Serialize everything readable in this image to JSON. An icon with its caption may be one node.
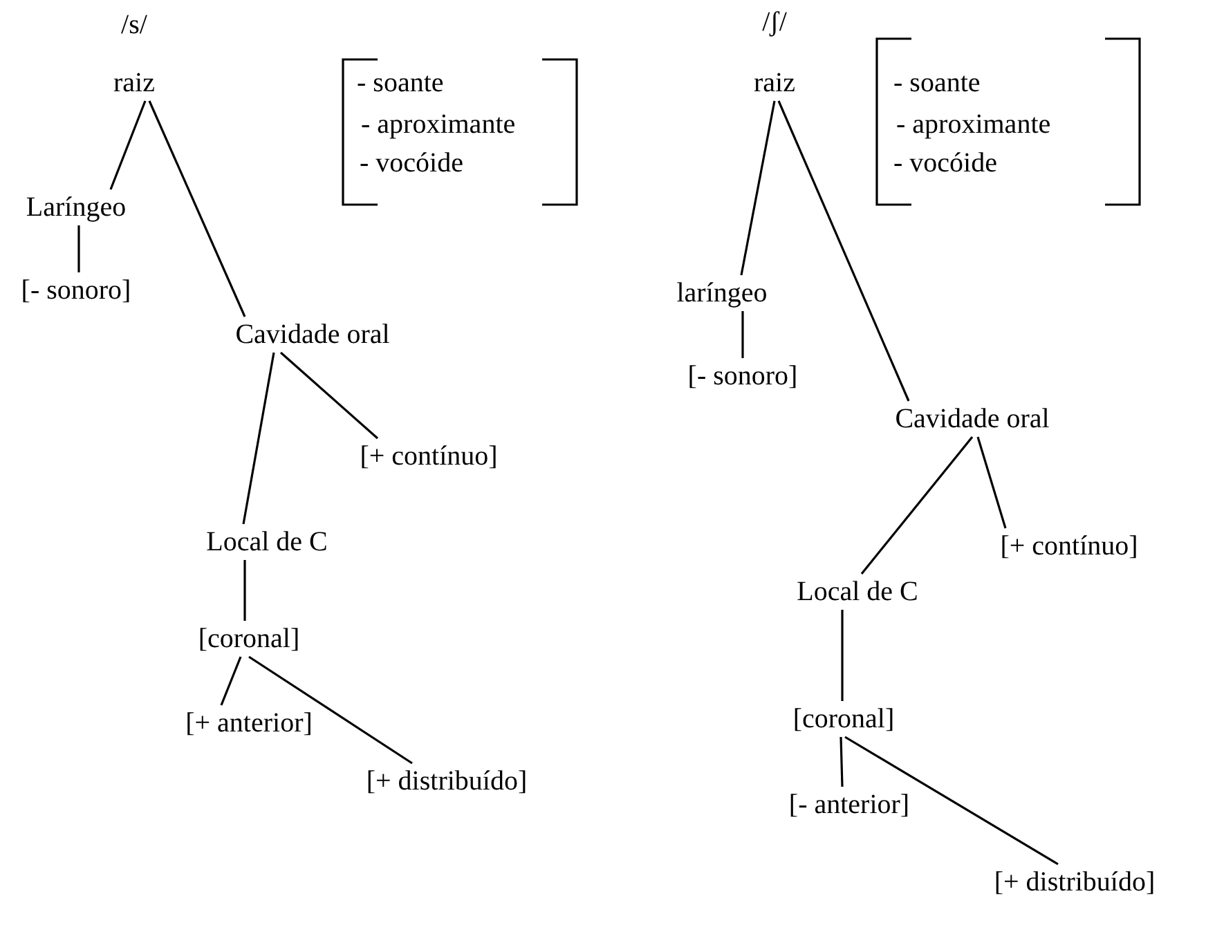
{
  "diagram": {
    "nodes": [
      {
        "text": [
          "raiz"
        ]
      },
      {
        "text": [
          "Laríngeo"
        ]
      },
      {
        "text": [
          "[- sonoro]"
        ]
      },
      {
        "text": [
          "Cavidade oral"
        ]
      },
      {
        "text": [
          "[+ contínuo]"
        ]
      },
      {
        "text": [
          "Local de C"
        ]
      },
      {
        "text": [
          "[coronal]"
        ]
      },
      {
        "text": [
          "[+ anterior]"
        ]
      },
      {
        "text": [
          "[+ distribuído]"
        ]
      },
      {
        "text": [
          "raiz"
        ]
      },
      {
        "text": [
          "laríngeo"
        ]
      },
      {
        "text": [
          "[- sonoro]"
        ]
      },
      {
        "text": [
          "Cavidade oral"
        ]
      },
      {
        "text": [
          "[+ contínuo]"
        ]
      },
      {
        "text": [
          "Local de C"
        ]
      },
      {
        "text": [
          "[coronal]"
        ]
      },
      {
        "text": [
          "[- anterior]"
        ]
      },
      {
        "text": [
          "[+ distribuído]"
        ]
      }
    ],
    "edges": [
      {
        "from": 0,
        "to": 1,
        "arrow": "none"
      },
      {
        "from": 0,
        "to": 3,
        "arrow": "none"
      },
      {
        "from": 1,
        "to": 2,
        "arrow": "none"
      },
      {
        "from": 3,
        "to": 5,
        "arrow": "none"
      },
      {
        "from": 3,
        "to": 4,
        "arrow": "none"
      },
      {
        "from": 5,
        "to": 6,
        "arrow": "none"
      },
      {
        "from": 6,
        "to": 7,
        "arrow": "none"
      },
      {
        "from": 6,
        "to": 8,
        "arrow": "none"
      },
      {
        "from": 9,
        "to": 10,
        "arrow": "none"
      },
      {
        "from": 9,
        "to": 12,
        "arrow": "none"
      },
      {
        "from": 10,
        "to": 11,
        "arrow": "none"
      },
      {
        "from": 12,
        "to": 14,
        "arrow": "none"
      },
      {
        "from": 12,
        "to": 13,
        "arrow": "none"
      },
      {
        "from": 14,
        "to": 15,
        "arrow": "none"
      },
      {
        "from": 15,
        "to": 16,
        "arrow": "none"
      },
      {
        "from": 15,
        "to": 17,
        "arrow": "none"
      }
    ],
    "labels": [
      "/s/",
      "- soante",
      "- aproximante",
      "- vocóide",
      "/ʃ/",
      "- soante",
      "- aproximante",
      "- vocóide"
    ]
  }
}
